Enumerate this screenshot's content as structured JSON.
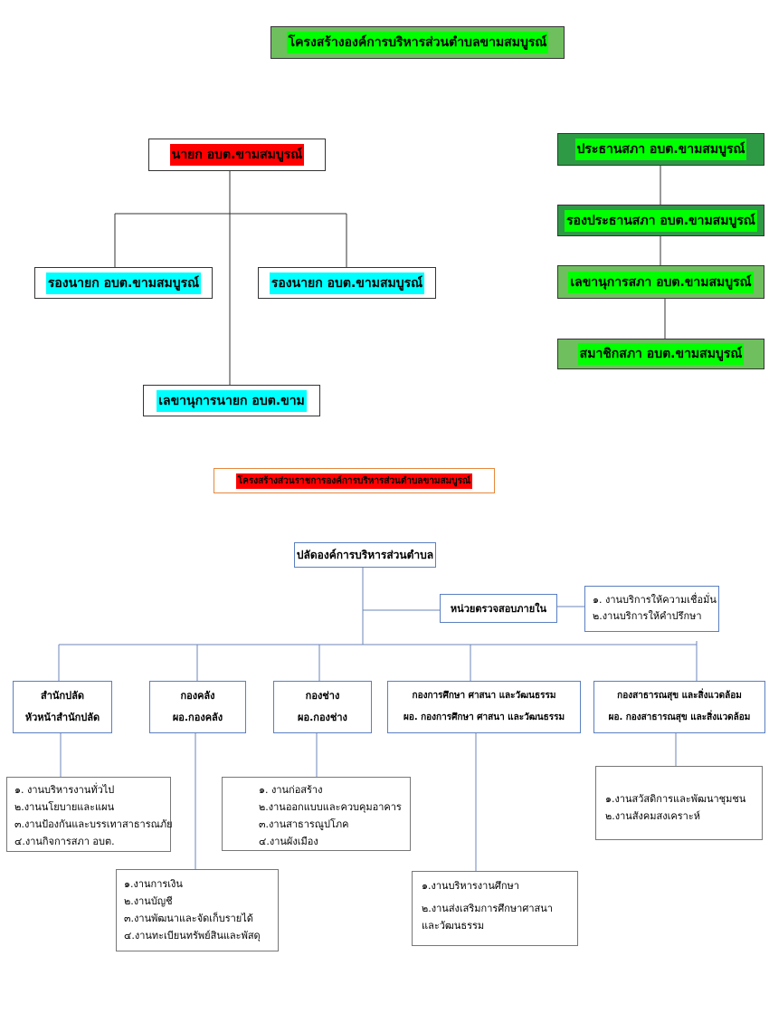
{
  "title": "โครงสร้างองค์การบริหารส่วนตำบลขามสมบูรณ์",
  "executive": {
    "mayor": "นายก อบต.ขามสมบูรณ์",
    "deputy_left": "รองนายก อบต.ขามสมบูรณ์",
    "deputy_right": "รองนายก อบต.ขามสมบูรณ์",
    "secretary": "เลขานุการนายก อบต.ขาม"
  },
  "council": {
    "president": "ประธานสภา อบต.ขามสมบูรณ์",
    "vice_president": "รองประธานสภา อบต.ขามสมบูรณ์",
    "secretary": "เลขานุการสภา อบต.ขามสมบูรณ์",
    "members": "สมาชิกสภา อบต.ขามสมบูรณ์"
  },
  "subtitle": "โครงสร้างส่วนราชการองค์การบริหารส่วนตำบลขามสมบูรณ์",
  "admin": {
    "head": "ปลัดองค์การบริหารส่วนตำบล",
    "audit": "หน่วยตรวจสอบภายใน",
    "audit_tasks": [
      "๑. งานบริการให้ความเชื่อมั่น",
      "๒.งานบริการให้คำปรึกษา"
    ]
  },
  "departments": [
    {
      "name": "สำนักปลัด",
      "head": "หัวหน้าสำนักปลัด",
      "tasks": [
        "๑. งานบริหารงานทั่วไป",
        "๒.งานนโยบายและแผน",
        "๓.งานป้องกันและบรรเทาสาธารณภัย",
        "๔.งานกิจการสภา อบต."
      ]
    },
    {
      "name": "กองคลัง",
      "head": "ผอ.กองคลัง",
      "tasks": [
        "๑.งานการเงิน",
        "๒.งานบัญชี",
        "๓.งานพัฒนาและจัดเก็บรายได้",
        "๔.งานทะเบียนทรัพย์สินและพัสดุ"
      ]
    },
    {
      "name": "กองช่าง",
      "head": "ผอ.กองช่าง",
      "tasks": [
        "๑. งานก่อสร้าง",
        "๒.งานออกแบบและควบคุมอาคาร",
        "๓.งานสาธารณูปโภค",
        "๔.งานผังเมือง"
      ]
    },
    {
      "name": "กองการศึกษา ศาสนา และวัฒนธรรม",
      "head": "ผอ. กองการศึกษา ศาสนา และวัฒนธรรม",
      "tasks": [
        "๑.งานบริหารงานศึกษา",
        "๒.งานส่งเสริมการศึกษาศาสนา",
        "และวัฒนธรรม"
      ]
    },
    {
      "name": "กองสาธารณสุข และสิ่งแวดล้อม",
      "head": "ผอ. กองสาธารณสุข และสิ่งแวดล้อม",
      "tasks": [
        "๑.งานสวัสดิการและพัฒนาชุมชน",
        "๒.งานสังคมสงเคราะห์"
      ]
    }
  ],
  "colors": {
    "red": "#ff0000",
    "green": "#00ff00",
    "cyan": "#00ffff",
    "title_bg": "#6fbf5f",
    "council_bg": "#2f9a46",
    "blue_line": "#5a7fc0"
  }
}
